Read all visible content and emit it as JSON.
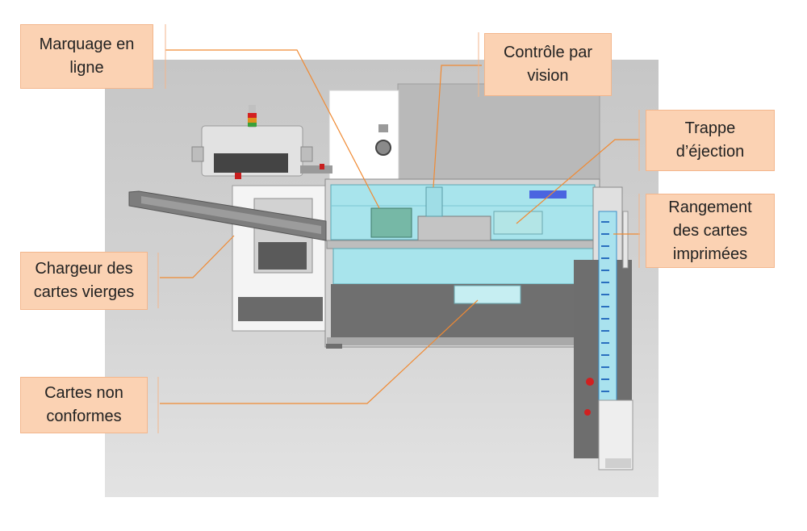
{
  "colors": {
    "callout_fill": "#fbd2b3",
    "leader_line": "#f08a33",
    "glass": "#a8e4ec",
    "machine_gray": "#6f6f6f"
  },
  "callouts": {
    "marquage": "Marquage en\nligne",
    "controle": "Contrôle par\nvision",
    "trappe": "Trappe\nd’éjection",
    "rangement": "Rangement\ndes cartes\nimprimées",
    "chargeur": "Chargeur des\ncartes vierges",
    "non_conformes": "Cartes non\nconformes"
  }
}
